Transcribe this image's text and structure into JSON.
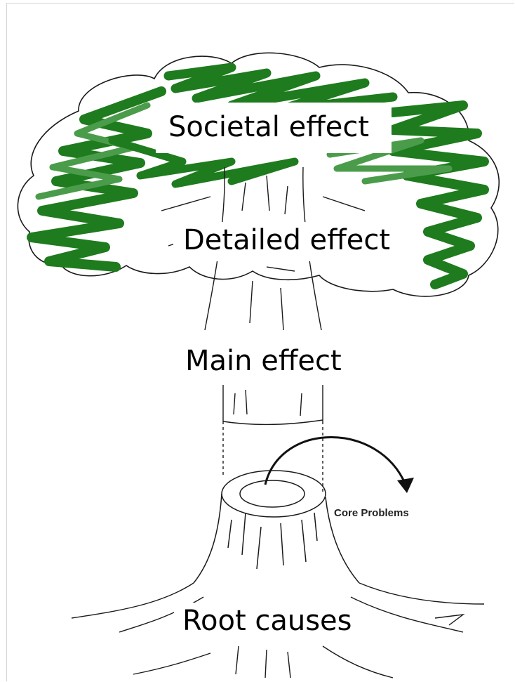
{
  "labels": {
    "societal_effect": "Societal effect",
    "detailed_effect": "Detailed effect",
    "main_effect": "Main effect",
    "root_causes": "Root causes",
    "core_problems": "Core Problems"
  },
  "colors": {
    "foliage_dark": "#1e7b1e",
    "foliage_light": "#4a9c4a",
    "ink": "#1a1a1a"
  }
}
